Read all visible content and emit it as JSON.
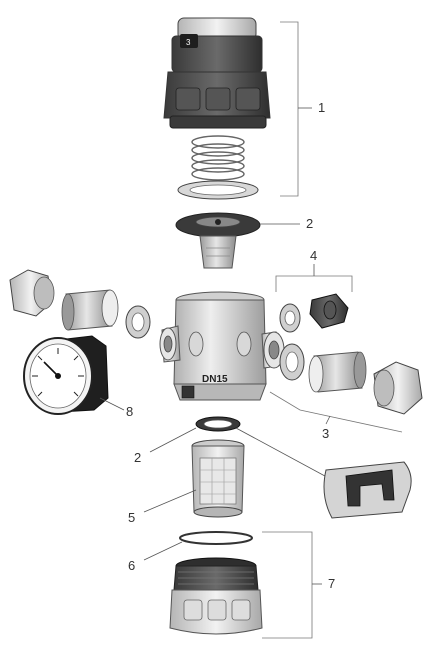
{
  "diagram": {
    "body_marking": "DN15",
    "callouts": {
      "c1": "1",
      "c2a": "2",
      "c2b": "2",
      "c3": "3",
      "c4": "4",
      "c5": "5",
      "c6": "6",
      "c7": "7",
      "c8": "8"
    }
  },
  "colors": {
    "part_dark": "#2b2b2b",
    "part_mid": "#8a8a8a",
    "part_light": "#c8c8c8",
    "line": "#555555"
  }
}
